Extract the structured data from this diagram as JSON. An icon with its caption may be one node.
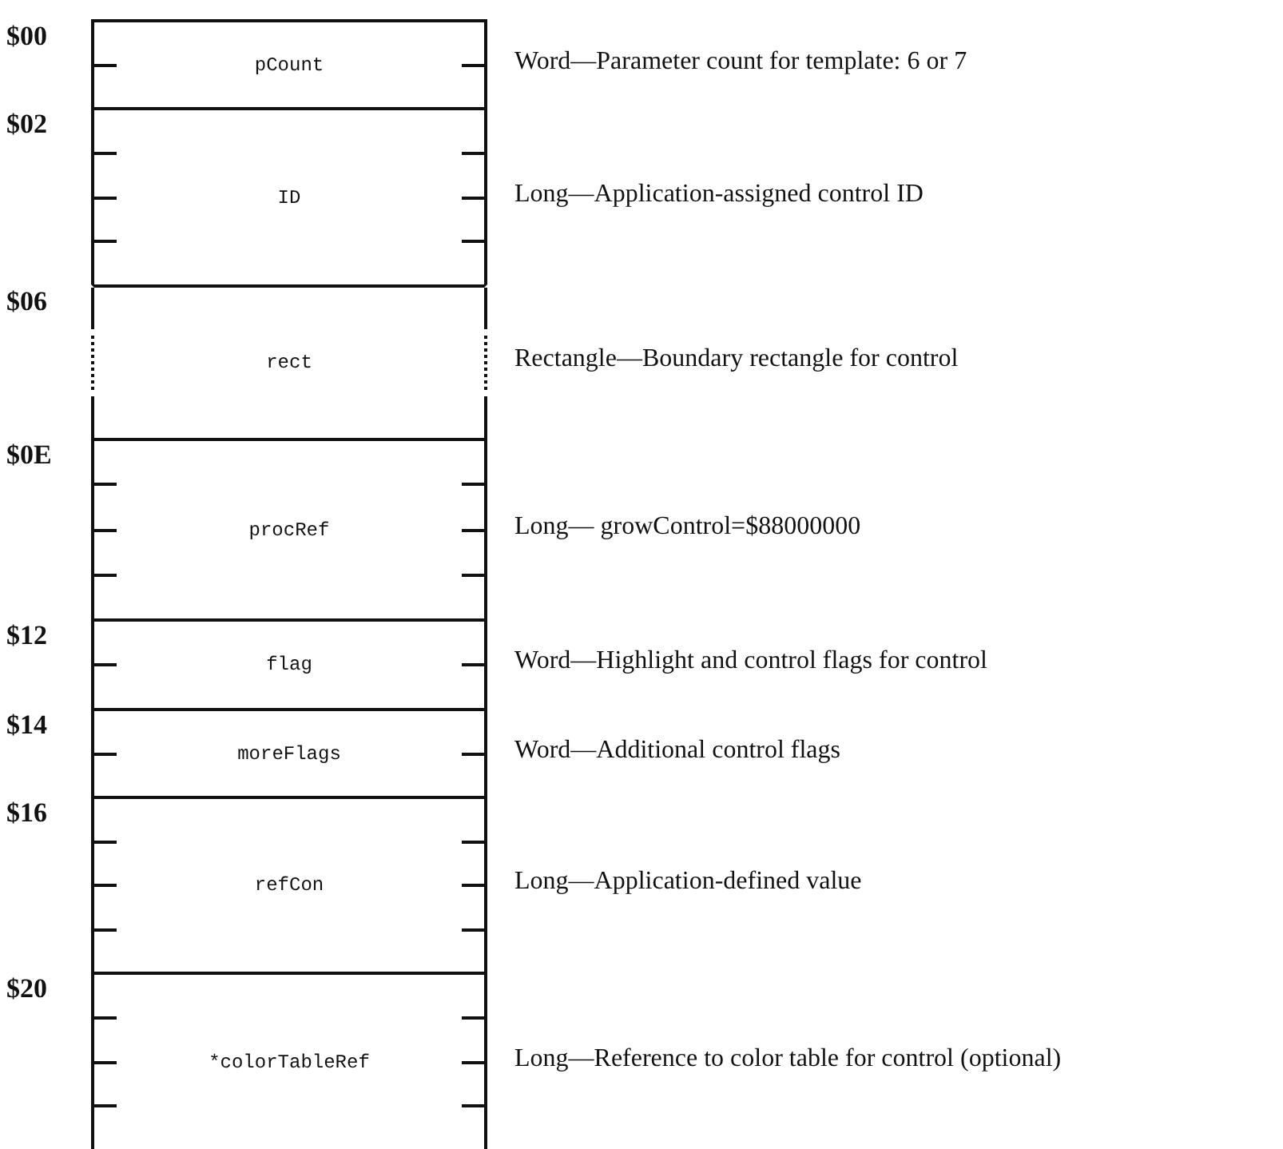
{
  "diagram": {
    "nodes": [
      {
        "text": [
          "pCount"
        ],
        "beside": [
          "$00",
          "Word—Parameter count for template: 6 or 7"
        ]
      },
      {
        "text": [
          "ID"
        ],
        "beside": [
          "$02",
          "Long—Application-assigned control ID"
        ]
      },
      {
        "text": [
          "rect"
        ],
        "beside": [
          "$06",
          "Rectangle—Boundary rectangle for control"
        ]
      },
      {
        "text": [
          "procRef"
        ],
        "beside": [
          "$0E",
          "Long— growControl=$88000000"
        ]
      },
      {
        "text": [
          "flag"
        ],
        "beside": [
          "$12",
          "Word—Highlight and control flags for control"
        ]
      },
      {
        "text": [
          "moreFlags"
        ],
        "beside": [
          "$14",
          "Word—Additional control flags"
        ]
      },
      {
        "text": [
          "refCon"
        ],
        "beside": [
          "$16",
          "Long—Application-defined value"
        ]
      },
      {
        "text": [
          "*colorTableRef"
        ],
        "beside": [
          "$20",
          "Long—Reference to color table for control (optional)"
        ]
      }
    ]
  }
}
